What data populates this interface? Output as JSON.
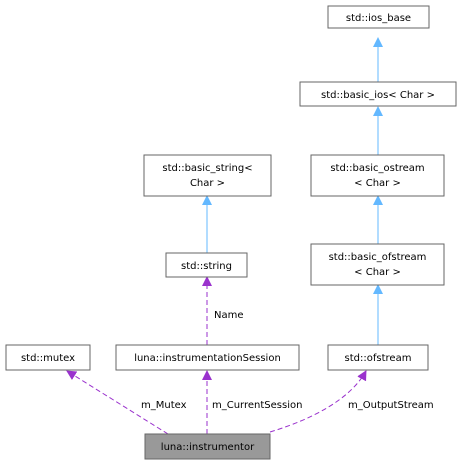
{
  "colors": {
    "inheritance": "#63b8ff",
    "usage": "#9a32cd",
    "node_border": "#666666",
    "node_fill": "#ffffff",
    "focus_fill": "#999999",
    "focus_border": "#666666"
  },
  "nodes": {
    "ios_base": [
      "std::ios_base"
    ],
    "basic_ios": [
      "std::basic_ios< Char >"
    ],
    "basic_ostream": [
      "std::basic_ostream",
      "< Char >"
    ],
    "basic_ofstream": [
      "std::basic_ofstream",
      "< Char >"
    ],
    "ofstream": [
      "std::ofstream"
    ],
    "basic_string": [
      "std::basic_string<",
      "Char >"
    ],
    "string": [
      "std::string"
    ],
    "mutex": [
      "std::mutex"
    ],
    "session": [
      "luna::instrumentationSession"
    ],
    "instrumentor": [
      "luna::instrumentor"
    ]
  },
  "edges": {
    "name": "Name",
    "m_mutex": "m_Mutex",
    "m_current_session": "m_CurrentSession",
    "m_output_stream": "m_OutputStream"
  }
}
